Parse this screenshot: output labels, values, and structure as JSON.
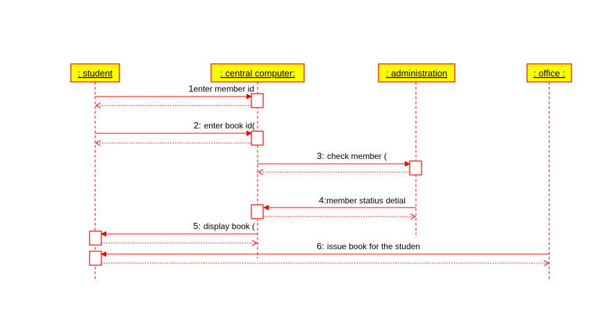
{
  "objects": {
    "student": ": student",
    "central": ": central computer:",
    "admin": ": administration",
    "office": ": office :"
  },
  "messages": [
    {
      "num": "1",
      "text": "enter member id"
    },
    {
      "num": "2:",
      "text": "enter book id("
    },
    {
      "num": "3:",
      "text": "check member ("
    },
    {
      "num": "4:",
      "text": "member statius detial"
    },
    {
      "num": "5:",
      "text": "display book ("
    },
    {
      "num": "6:",
      "text": "issue book for the studen"
    }
  ],
  "colors": {
    "line": "#ff0000",
    "object_fill": "#ffff00"
  }
}
